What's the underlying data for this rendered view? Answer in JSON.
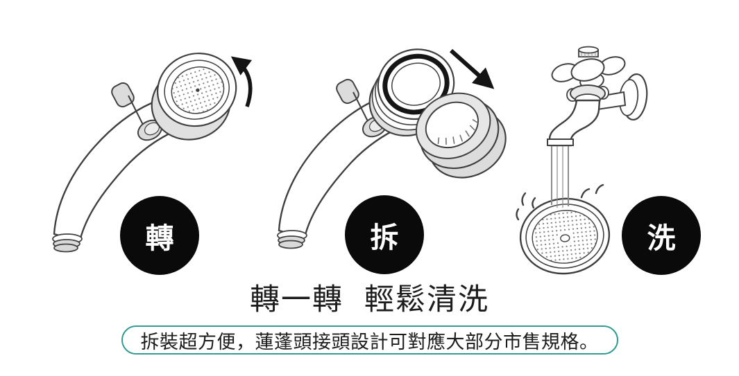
{
  "colors": {
    "background": "#ffffff",
    "accent_teal": "#2f9b91",
    "line_ink": "#3f3f3f",
    "badge_background": "#0a0a0a",
    "badge_text": "#ffffff",
    "headline_text": "#1c1c1c"
  },
  "steps": [
    {
      "id": "rotate",
      "badge_label": "轉",
      "illustration": "showerhead-with-rotate-arrow"
    },
    {
      "id": "detach",
      "badge_label": "拆",
      "illustration": "showerhead-cap-detached-with-arrow"
    },
    {
      "id": "wash",
      "badge_label": "洗",
      "illustration": "faucet-rinsing-shower-plate"
    }
  ],
  "headline": "轉一轉 輕鬆清洗",
  "note": "拆裝超方便，蓮蓬頭接頭設計可對應大部分市售規格。"
}
